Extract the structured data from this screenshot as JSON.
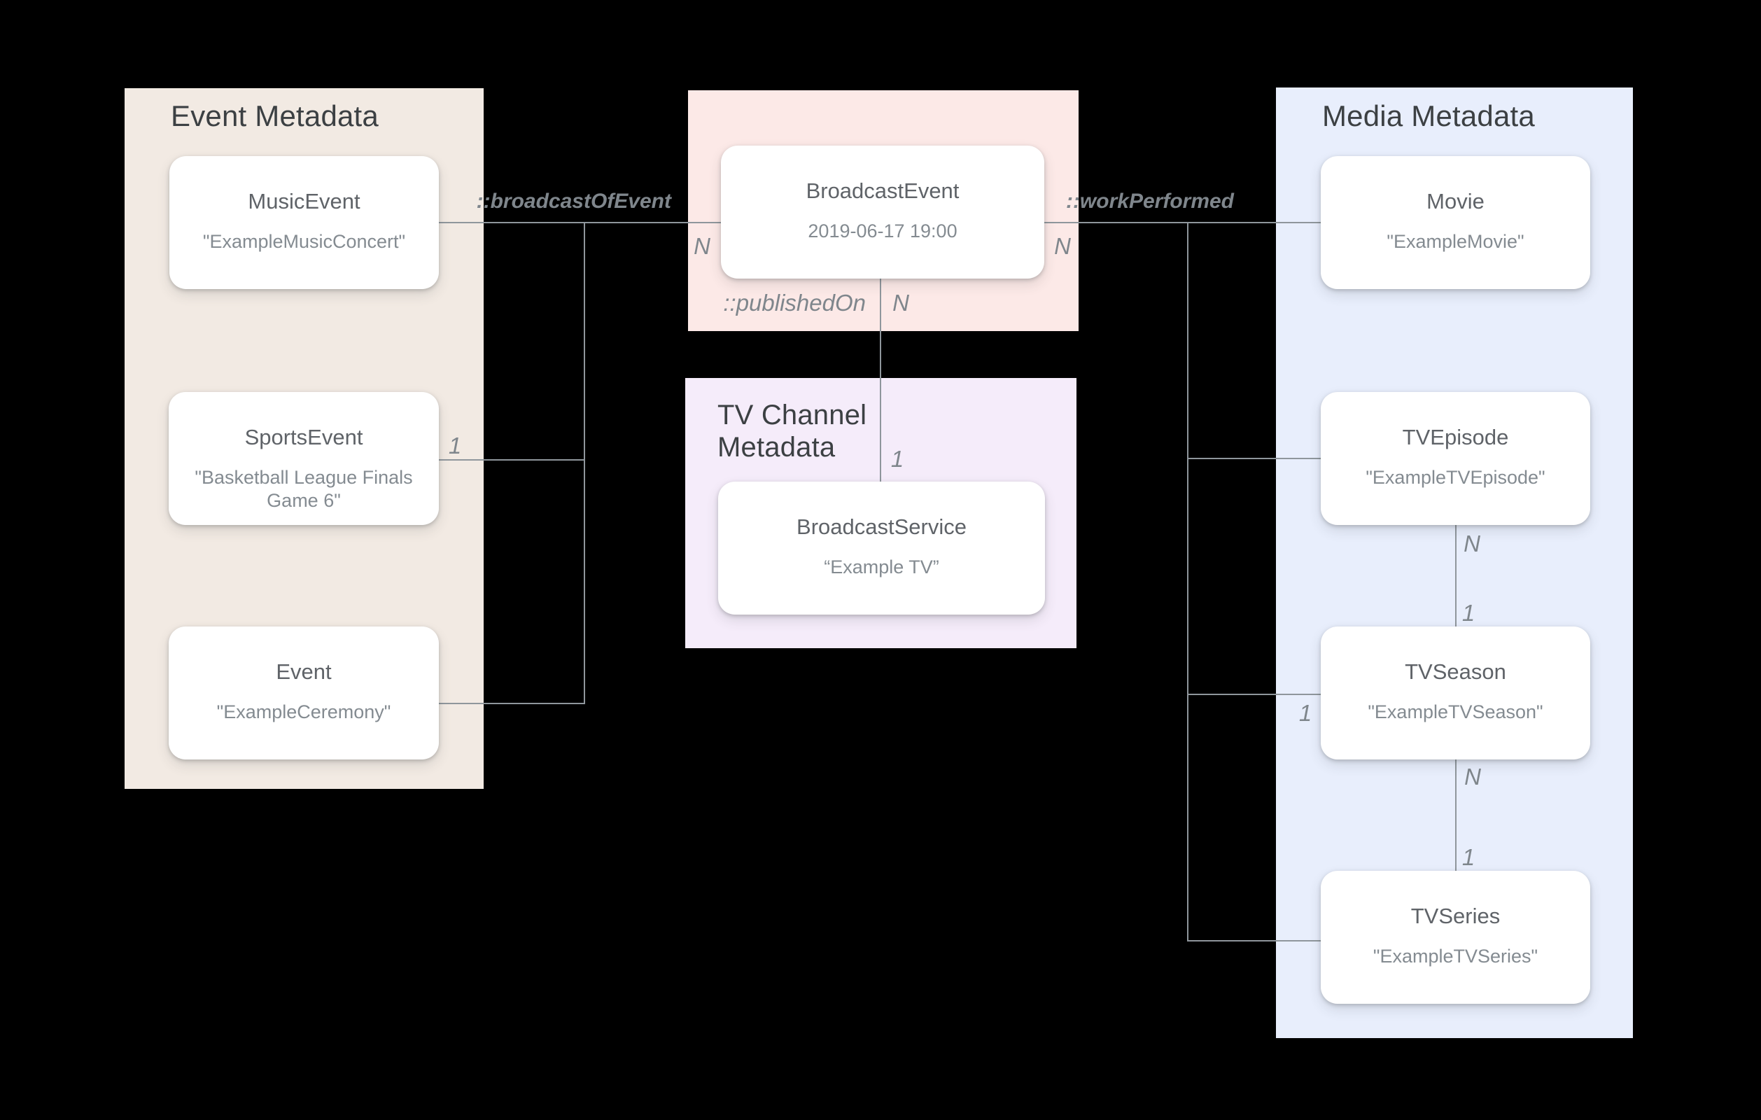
{
  "diagram": {
    "panels": {
      "event": {
        "title": "Event Metadata"
      },
      "broadcast": {
        "title": ""
      },
      "tv_channel": {
        "title": "TV Channel Metadata"
      },
      "media": {
        "title": "Media Metadata"
      }
    },
    "nodes": {
      "music_event": {
        "title": "MusicEvent",
        "value": "\"ExampleMusicConcert\""
      },
      "sports_event": {
        "title": "SportsEvent",
        "value": "\"Basketball League Finals Game 6\""
      },
      "event": {
        "title": "Event",
        "value": "\"ExampleCeremony\""
      },
      "broadcast_event": {
        "title": "BroadcastEvent",
        "value": "2019-06-17 19:00"
      },
      "broadcast_service": {
        "title": "BroadcastService",
        "value": "“Example TV”"
      },
      "movie": {
        "title": "Movie",
        "value": "\"ExampleMovie\""
      },
      "tv_episode": {
        "title": "TVEpisode",
        "value": "\"ExampleTVEpisode\""
      },
      "tv_season": {
        "title": "TVSeason",
        "value": "\"ExampleTVSeason\""
      },
      "tv_series": {
        "title": "TVSeries",
        "value": "\"ExampleTVSeries\""
      }
    },
    "edges": {
      "broadcast_of_event": "::broadcastOfEvent",
      "work_performed": "::workPerformed",
      "published_on": "::publishedOn"
    },
    "cardinality": {
      "broadcast_event_left_n": "N",
      "broadcast_event_right_n": "N",
      "published_on_n": "N",
      "broadcast_service_1": "1",
      "sports_event_1": "1",
      "tv_season_left_1": "1",
      "episode_season_n": "N",
      "episode_season_1": "1",
      "season_series_n": "N",
      "season_series_1": "1"
    },
    "colors": {
      "page_bg": "#000000",
      "event_panel": "#F2EAE3",
      "broadcast_panel": "#FCE9E7",
      "tv_channel_panel": "#F5ECFA",
      "media_panel": "#E8EEFC",
      "card": "#FFFFFF",
      "header_text": "#3C4043",
      "title_text": "#5F6368",
      "value_text": "#848B91",
      "label_text": "#7F868C",
      "line": "#8F969C"
    }
  }
}
